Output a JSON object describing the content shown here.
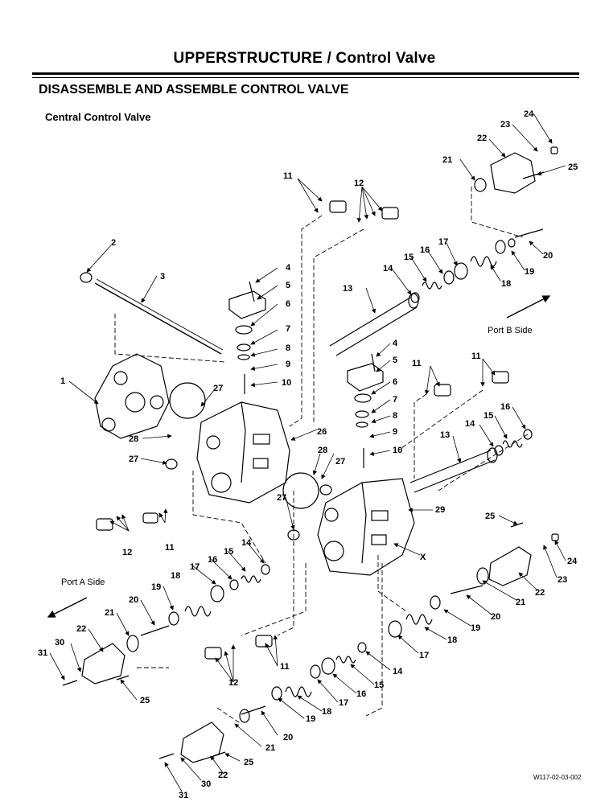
{
  "header": {
    "title": "UPPERSTRUCTURE / Control Valve"
  },
  "section": {
    "title": "DISASSEMBLE AND ASSEMBLE CONTROL VALVE"
  },
  "subsection": {
    "title": "Central Control Valve"
  },
  "figure": {
    "port_labels": {
      "port_b": "Port B Side",
      "port_a": "Port A Side",
      "x_mark": "X"
    },
    "callouts": [
      "1",
      "2",
      "3",
      "4",
      "5",
      "6",
      "7",
      "8",
      "9",
      "10",
      "11",
      "12",
      "13",
      "14",
      "15",
      "16",
      "17",
      "18",
      "19",
      "20",
      "21",
      "22",
      "23",
      "24",
      "25",
      "26",
      "27",
      "28",
      "29",
      "30",
      "31"
    ],
    "code": "W117-02-03-002"
  }
}
